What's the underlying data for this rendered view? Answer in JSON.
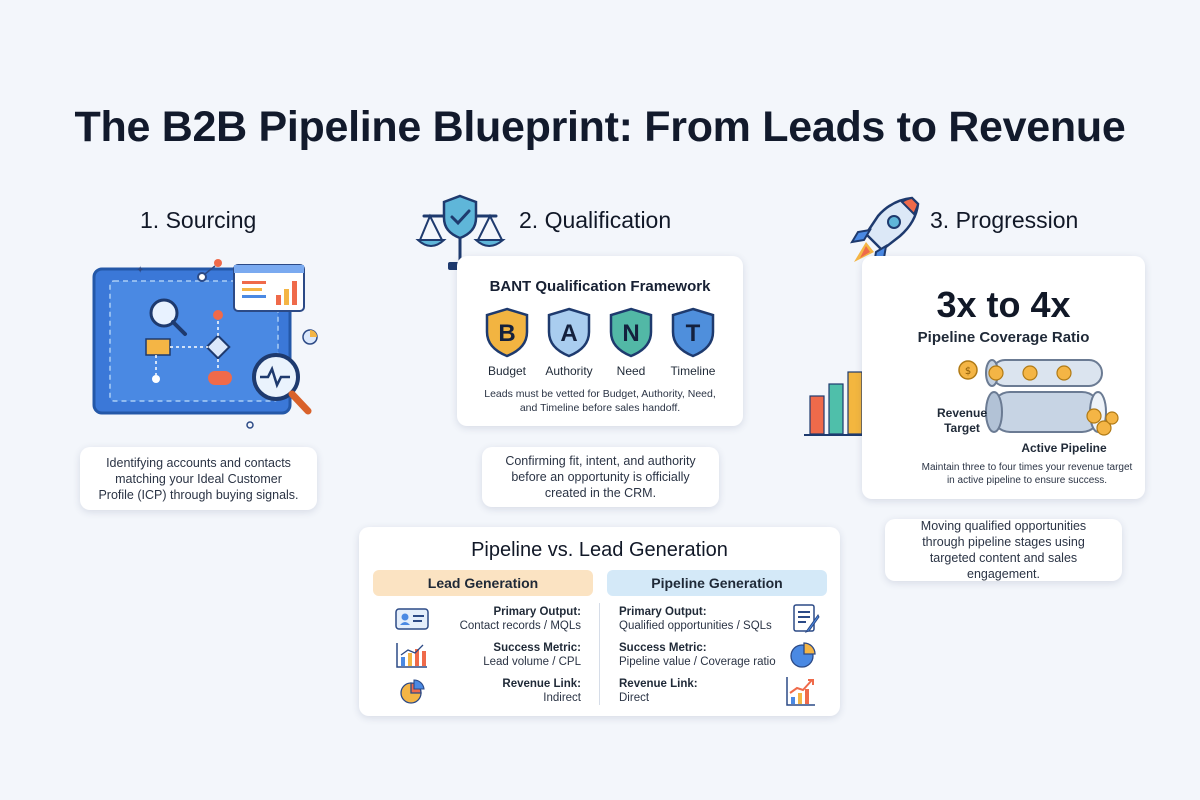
{
  "title": "The B2B Pipeline Blueprint: From Leads to Revenue",
  "steps": [
    {
      "heading": "1. Sourcing",
      "description": "Identifying accounts and contacts matching your Ideal Customer Profile (ICP) through buying signals.",
      "icon": "blueprint-map-icon"
    },
    {
      "heading": "2. Qualification",
      "description": "Confirming fit, intent, and authority before an opportunity is officially created in the CRM.",
      "icon": "scales-shield-icon"
    },
    {
      "heading": "3. Progression",
      "description": "Moving qualified opportunities through pipeline stages using targeted content and sales engagement.",
      "icon": "rocket-icon"
    }
  ],
  "bant": {
    "title": "BANT Qualification Framework",
    "items": [
      {
        "letter": "B",
        "label": "Budget",
        "color": "#f2b441"
      },
      {
        "letter": "A",
        "label": "Authority",
        "color": "#a9cdef"
      },
      {
        "letter": "N",
        "label": "Need",
        "color": "#52b8a6"
      },
      {
        "letter": "T",
        "label": "Timeline",
        "color": "#4f8fdc"
      }
    ],
    "note": "Leads must be vetted for Budget, Authority, Need, and Timeline before sales handoff."
  },
  "coverage": {
    "ratio": "3x to 4x",
    "subtitle": "Pipeline Coverage Ratio",
    "revenue_target_label": "Revenue Target",
    "active_pipeline_label": "Active Pipeline",
    "note": "Maintain three to four times your revenue target in active pipeline to ensure success.",
    "bar_colors": [
      "#ef6a4a",
      "#4fbfaa",
      "#f3b63f",
      "#ef6a4a",
      "#f3b63f",
      "#4a90d9"
    ]
  },
  "comparison": {
    "title": "Pipeline vs. Lead Generation",
    "lead": {
      "header": "Lead Generation",
      "color": "#fbe3c2",
      "rows": [
        {
          "label": "Primary Output:",
          "value": "Contact records / MQLs",
          "icon": "contact-card-icon"
        },
        {
          "label": "Success Metric:",
          "value": "Lead volume / CPL",
          "icon": "bar-chart-icon"
        },
        {
          "label": "Revenue Link:",
          "value": "Indirect",
          "icon": "pie-chart-icon"
        }
      ]
    },
    "pipeline": {
      "header": "Pipeline Generation",
      "color": "#d4e9f8",
      "rows": [
        {
          "label": "Primary Output:",
          "value": "Qualified opportunities / SQLs",
          "icon": "document-pen-icon"
        },
        {
          "label": "Success Metric:",
          "value": "Pipeline value / Coverage ratio",
          "icon": "pie-chart-icon"
        },
        {
          "label": "Revenue Link:",
          "value": "Direct",
          "icon": "growth-chart-icon"
        }
      ]
    }
  }
}
